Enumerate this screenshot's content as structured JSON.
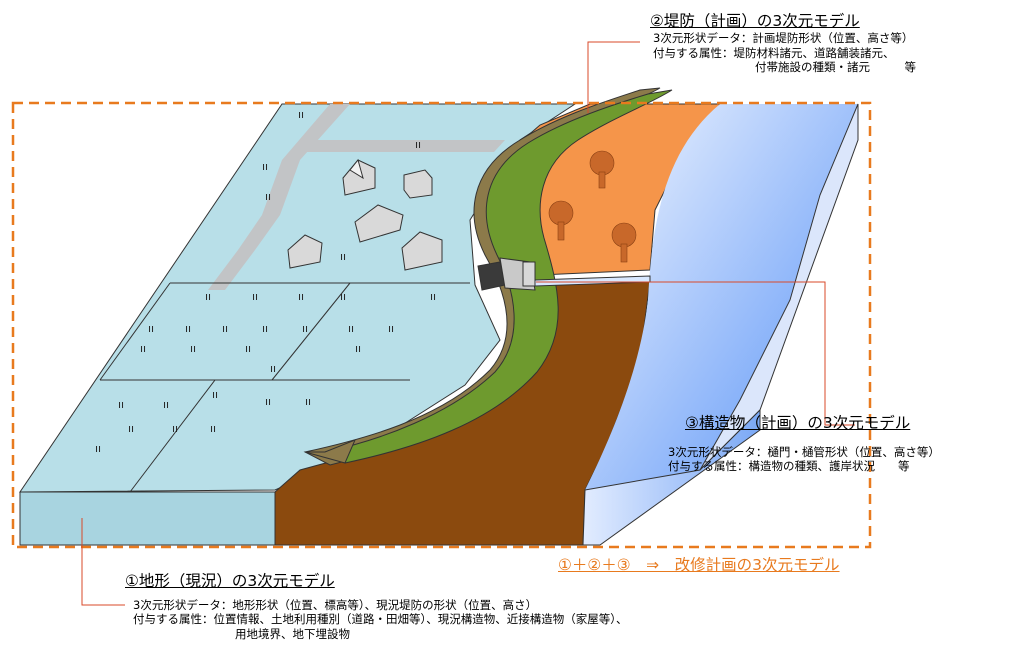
{
  "labels": {
    "levee": {
      "title": "②堤防（計画）の3次元モデル",
      "line1": "3次元形状データ：計画堤防形状（位置、高さ等）",
      "line2": "付与する属性：堤防材料諸元、道路舗装諸元、",
      "line3": "付帯施設の種類・諸元　　　等"
    },
    "structure": {
      "title": "③構造物（計画）の3次元モデル",
      "line1": "3次元形状データ：樋門・樋管形状（位置、高さ等）",
      "line2": "付与する属性：構造物の種類、護岸状況　　等"
    },
    "terrain": {
      "title": "①地形（現況）の3次元モデル",
      "line1": "3次元形状データ：地形形状（位置、標高等）、現況堤防の形状（位置、高さ）",
      "line2": "付与する属性：位置情報、土地利用種別（道路・田畑等）、現況構造物、近接構造物（家屋等）、",
      "line3": "用地境界、地下埋設物"
    },
    "summary": "①＋②＋③　⇒　改修計画の3次元モデル"
  },
  "field_marks": [
    "ıı",
    "ıı",
    "ıı",
    "ıı",
    "ıı",
    "ıı",
    "ıı",
    "ıı",
    "ıı",
    "ıı",
    "ıı",
    "ıı",
    "ıı",
    "ıı",
    "ıı",
    "ıı",
    "ıı",
    "ıı",
    "ıı",
    "ıı",
    "ıı",
    "ıı",
    "ıı",
    "ıı",
    "ıı",
    "ıı",
    "ıı",
    "ıı",
    "ıı",
    "ıı",
    "ıı"
  ],
  "colors": {
    "land": "#b8dfe8",
    "land_front": "#a8d4e0",
    "levee_top": "#6e9a2e",
    "levee_side": "#8c7a4a",
    "soil": "#8b4a0e",
    "floodplain": "#f5954a",
    "water_light": "#e6efff",
    "water_dark": "#4d8cf5",
    "road": "#c2c4c6",
    "frame": "#e87a1e",
    "tree": "#c8682a"
  }
}
